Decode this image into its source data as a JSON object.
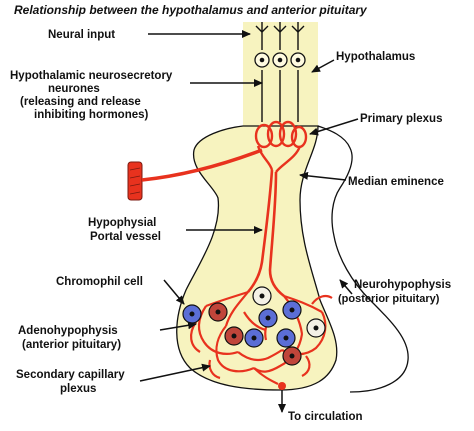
{
  "title": "Relationship between the hypothalamus and anterior pituitary",
  "labels": {
    "neural_input": "Neural input",
    "neurosecretory_line1": "Hypothalamic neurosecretory",
    "neurosecretory_line2": "neurones",
    "neurosecretory_line3": "(releasing and release",
    "neurosecretory_line4": "inhibiting hormones)",
    "hypothalamus": "Hypothalamus",
    "primary_plexus": "Primary plexus",
    "median_eminence": "Median eminence",
    "portal_line1": "Hypophysial",
    "portal_line2": "Portal vessel",
    "chromophil": "Chromophil cell",
    "neurohypophysis_line1": "Neurohypophysis",
    "neurohypophysis_line2": "(posterior pituitary)",
    "adenohypophysis_line1": "Adenohypophysis",
    "adenohypophysis_line2": "(anterior pituitary)",
    "secondary_line1": "Secondary capillary",
    "secondary_line2": "plexus",
    "to_circulation": "To circulation"
  },
  "colors": {
    "pale_yellow": "#f7f3bf",
    "vessel_red": "#e8321e",
    "cell_blue": "#5b6ed6",
    "cell_red": "#c0453a",
    "cell_white": "#f4f1e6",
    "line": "#111111"
  }
}
